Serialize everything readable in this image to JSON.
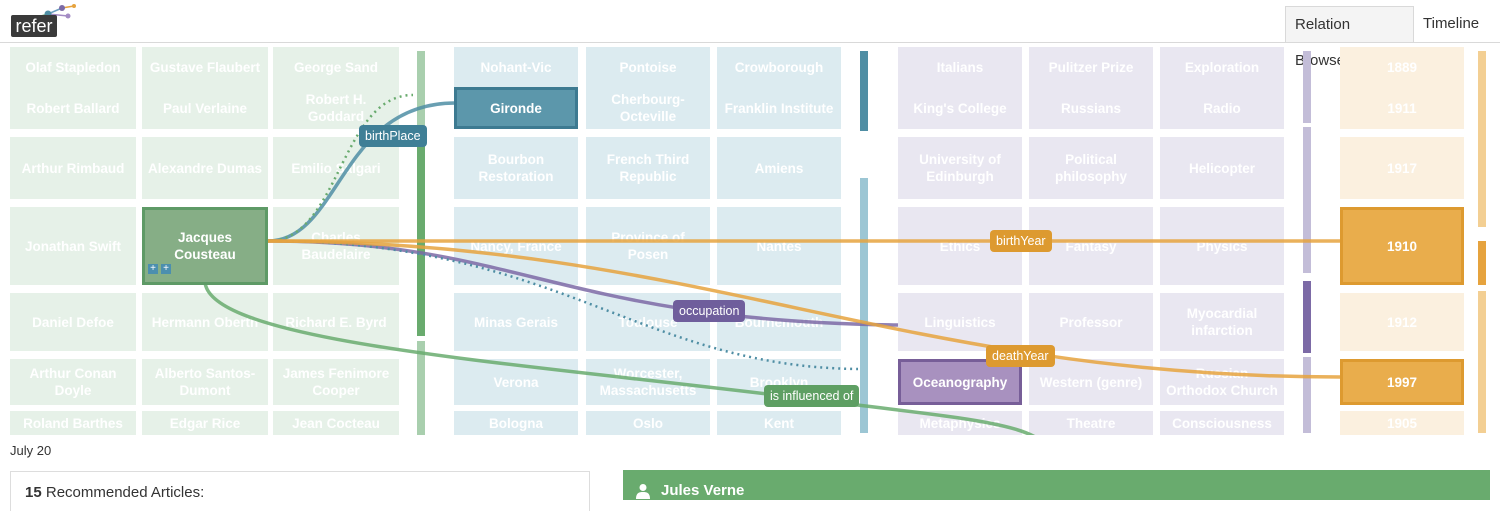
{
  "app": {
    "logo_text": "refer"
  },
  "tabs": [
    {
      "label": "Relation Browser",
      "active": true
    },
    {
      "label": "Timeline",
      "active": false
    }
  ],
  "columns": {
    "persons": [
      [
        "Olaf Stapledon",
        "Gustave Flaubert",
        "George Sand"
      ],
      [
        "Robert Ballard",
        "Paul Verlaine",
        "Robert H. Goddard"
      ],
      [
        "Arthur Rimbaud",
        "Alexandre Dumas",
        "Emilio Salgari"
      ],
      [
        "Jonathan Swift",
        "Jacques Cousteau",
        "Charles Baudelaire"
      ],
      [
        "Daniel Defoe",
        "Hermann Oberth",
        "Richard E. Byrd"
      ],
      [
        "Arthur Conan Doyle",
        "Alberto Santos-Dumont",
        "James Fenimore Cooper"
      ],
      [
        "Roland Barthes",
        "Edgar Rice",
        "Jean Cocteau"
      ]
    ],
    "places": [
      [
        "Nohant-Vic",
        "Pontoise",
        "Crowborough"
      ],
      [
        "Gironde",
        "Cherbourg-Octeville",
        "Franklin Institute"
      ],
      [
        "Bourbon Restoration",
        "French Third Republic",
        "Amiens"
      ],
      [
        "Nancy, France",
        "Province of Posen",
        "Nantes"
      ],
      [
        "Minas Gerais",
        "Toulouse",
        "Bournemouth"
      ],
      [
        "Verona",
        "Worcester, Massachusetts",
        "Brooklyn"
      ],
      [
        "Bologna",
        "Oslo",
        "Kent"
      ]
    ],
    "topics": [
      [
        "Italians",
        "Pulitzer Prize",
        "Exploration"
      ],
      [
        "King's College",
        "Russians",
        "Radio"
      ],
      [
        "University of Edinburgh",
        "Political philosophy",
        "Helicopter"
      ],
      [
        "Ethics",
        "Fantasy",
        "Physics"
      ],
      [
        "Linguistics",
        "Professor",
        "Myocardial infarction"
      ],
      [
        "Oceanography",
        "Western (genre)",
        "Russian Orthodox Church"
      ],
      [
        "Metaphysics",
        "Theatre",
        "Consciousness"
      ]
    ],
    "years": [
      "1889",
      "1911",
      "1917",
      "1910",
      "1912",
      "1997",
      "1905"
    ]
  },
  "relations": {
    "birthPlace": "birthPlace",
    "occupation": "occupation",
    "is_influenced_of": "is influenced of",
    "birthYear": "birthYear",
    "deathYear": "deathYear"
  },
  "date_label": "July 20",
  "recommended": {
    "count": "15",
    "label": "Recommended Articles:"
  },
  "detail": {
    "name": "Jules Verne"
  },
  "colors": {
    "persons": "#69ab6e",
    "places": "#4f8ea4",
    "topics": "#7c6aa6",
    "years": "#e6a33e"
  }
}
